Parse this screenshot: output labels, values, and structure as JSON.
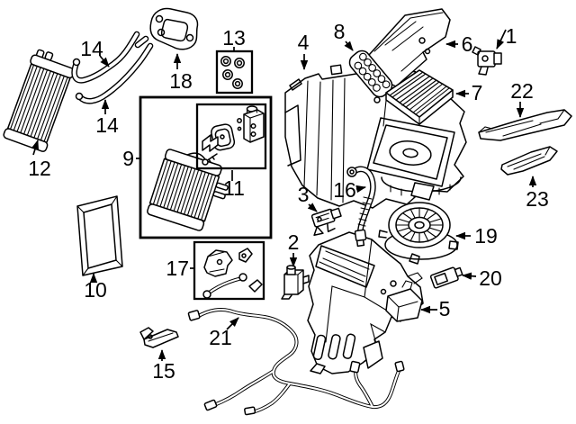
{
  "diagram": {
    "colors": {
      "background": "#ffffff",
      "line_art": "#000000",
      "callout_text": "#000000"
    },
    "labels": {
      "n1": "1",
      "n2": "2",
      "n3": "3",
      "n4": "4",
      "n5": "5",
      "n6": "6",
      "n7": "7",
      "n8": "8",
      "n9": "9",
      "n10": "10",
      "n11": "11",
      "n12": "12",
      "n13": "13",
      "n14a": "14",
      "n14b": "14",
      "n15": "15",
      "n16": "16",
      "n17": "17",
      "n18": "18",
      "n19": "19",
      "n20": "20",
      "n21": "21",
      "n22": "22",
      "n23": "23"
    }
  }
}
